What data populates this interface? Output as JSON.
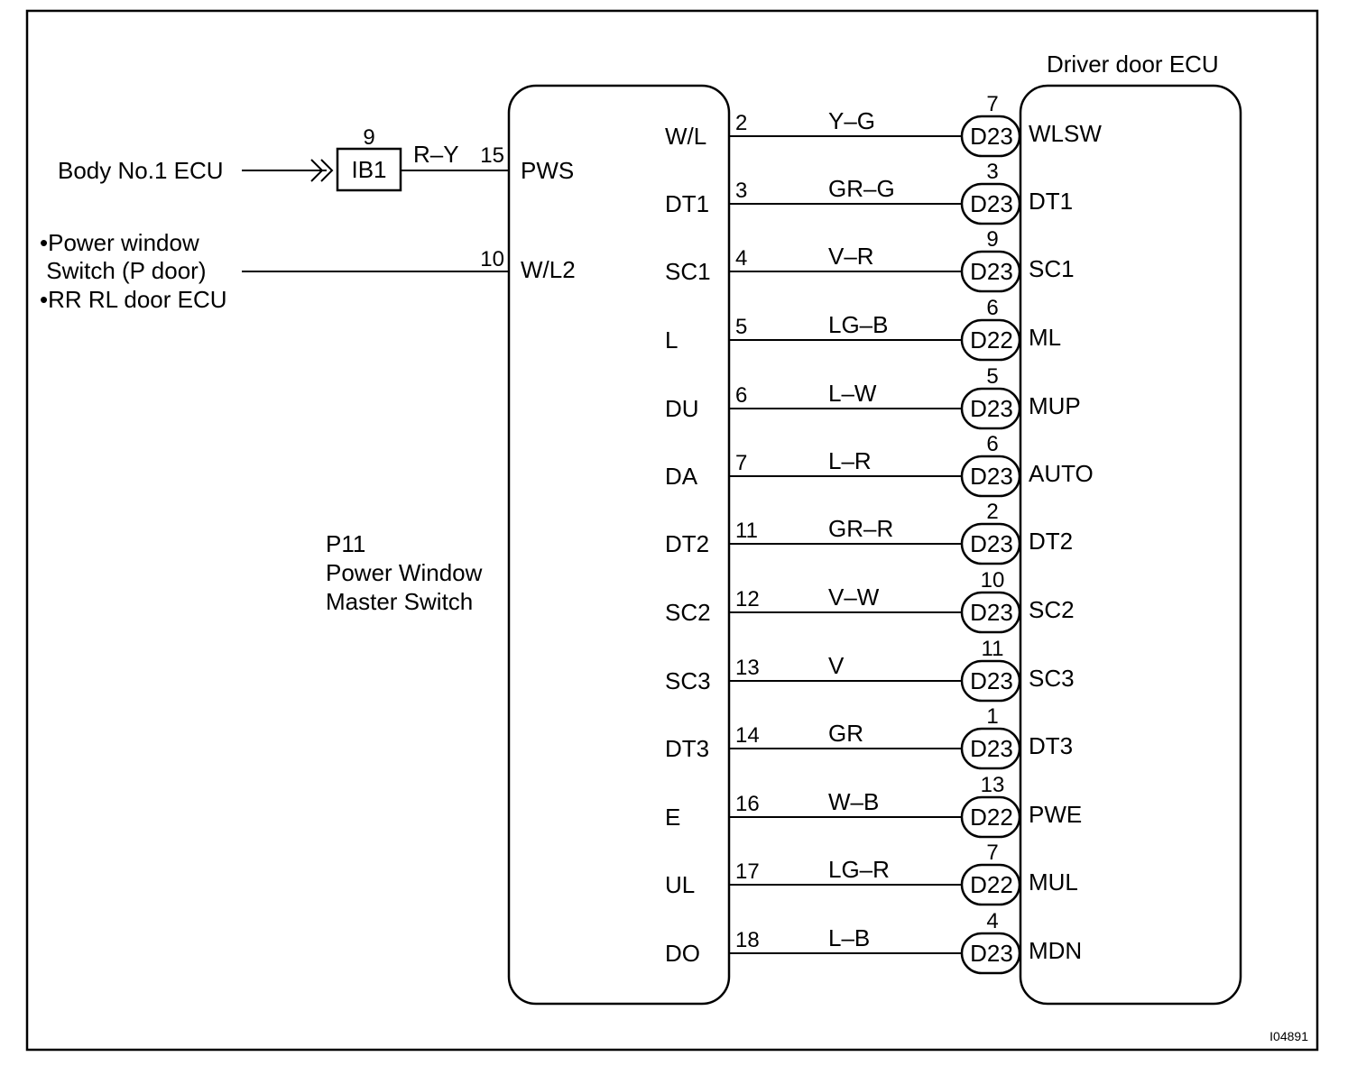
{
  "body_ecu": {
    "label": "Body No.1 ECU",
    "connector": "IB1",
    "connector_pin": "9",
    "wire_color": "R–Y",
    "switch_pin": "15",
    "switch_terminal": "PWS"
  },
  "other_inputs": {
    "lines": [
      "•Power window",
      " Switch (P door)",
      "•RR RL door ECU"
    ],
    "switch_pin": "10",
    "switch_terminal": "W/L2"
  },
  "master_switch": {
    "lines": [
      "P11",
      "Power Window",
      "Master Switch"
    ]
  },
  "driver_ecu": {
    "title": "Driver door ECU"
  },
  "figure_id": "I04891",
  "wires": [
    {
      "sw_terminal": "W/L",
      "sw_pin": "2",
      "color": "Y–G",
      "connector": "D23",
      "ecu_pin": "7",
      "ecu_terminal": "WLSW"
    },
    {
      "sw_terminal": "DT1",
      "sw_pin": "3",
      "color": "GR–G",
      "connector": "D23",
      "ecu_pin": "3",
      "ecu_terminal": "DT1"
    },
    {
      "sw_terminal": "SC1",
      "sw_pin": "4",
      "color": "V–R",
      "connector": "D23",
      "ecu_pin": "9",
      "ecu_terminal": "SC1"
    },
    {
      "sw_terminal": "L",
      "sw_pin": "5",
      "color": "LG–B",
      "connector": "D22",
      "ecu_pin": "6",
      "ecu_terminal": "ML"
    },
    {
      "sw_terminal": "DU",
      "sw_pin": "6",
      "color": "L–W",
      "connector": "D23",
      "ecu_pin": "5",
      "ecu_terminal": "MUP"
    },
    {
      "sw_terminal": "DA",
      "sw_pin": "7",
      "color": "L–R",
      "connector": "D23",
      "ecu_pin": "6",
      "ecu_terminal": "AUTO"
    },
    {
      "sw_terminal": "DT2",
      "sw_pin": "11",
      "color": "GR–R",
      "connector": "D23",
      "ecu_pin": "2",
      "ecu_terminal": "DT2"
    },
    {
      "sw_terminal": "SC2",
      "sw_pin": "12",
      "color": "V–W",
      "connector": "D23",
      "ecu_pin": "10",
      "ecu_terminal": "SC2"
    },
    {
      "sw_terminal": "SC3",
      "sw_pin": "13",
      "color": "V",
      "connector": "D23",
      "ecu_pin": "11",
      "ecu_terminal": "SC3"
    },
    {
      "sw_terminal": "DT3",
      "sw_pin": "14",
      "color": "GR",
      "connector": "D23",
      "ecu_pin": "1",
      "ecu_terminal": "DT3"
    },
    {
      "sw_terminal": "E",
      "sw_pin": "16",
      "color": "W–B",
      "connector": "D22",
      "ecu_pin": "13",
      "ecu_terminal": "PWE"
    },
    {
      "sw_terminal": "UL",
      "sw_pin": "17",
      "color": "LG–R",
      "connector": "D22",
      "ecu_pin": "7",
      "ecu_terminal": "MUL"
    },
    {
      "sw_terminal": "DO",
      "sw_pin": "18",
      "color": "L–B",
      "connector": "D23",
      "ecu_pin": "4",
      "ecu_terminal": "MDN"
    }
  ]
}
